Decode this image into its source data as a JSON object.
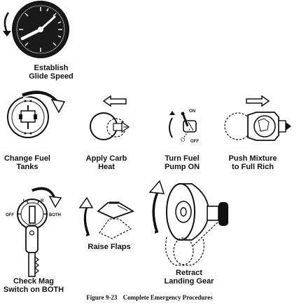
{
  "steps": [
    {
      "line1": "Establish",
      "line2": "Glide Speed"
    },
    {
      "line1": "Change Fuel",
      "line2": "Tanks"
    },
    {
      "line1": "Apply Carb",
      "line2": "Heat"
    },
    {
      "line1": "Turn Fuel",
      "line2": "Pump ON"
    },
    {
      "line1": "Push Mixture",
      "line2": "to Full Rich"
    },
    {
      "line1": "Check Mag",
      "line2": "Switch on BOTH"
    },
    {
      "line1": "Raise Flaps",
      "line2": ""
    },
    {
      "line1": "Retract",
      "line2": "Landing Gear"
    }
  ],
  "fuel_pump_switch": {
    "on": "ON",
    "off": "OFF"
  },
  "mag_switch": {
    "off": "OFF",
    "left": "L",
    "right": "R",
    "both": "BOTH"
  },
  "caption": {
    "figure": "Figure 9-23",
    "title": "Complete Emergency Procedures"
  },
  "colors": {
    "ink": "#111111",
    "paper": "#ffffff"
  }
}
